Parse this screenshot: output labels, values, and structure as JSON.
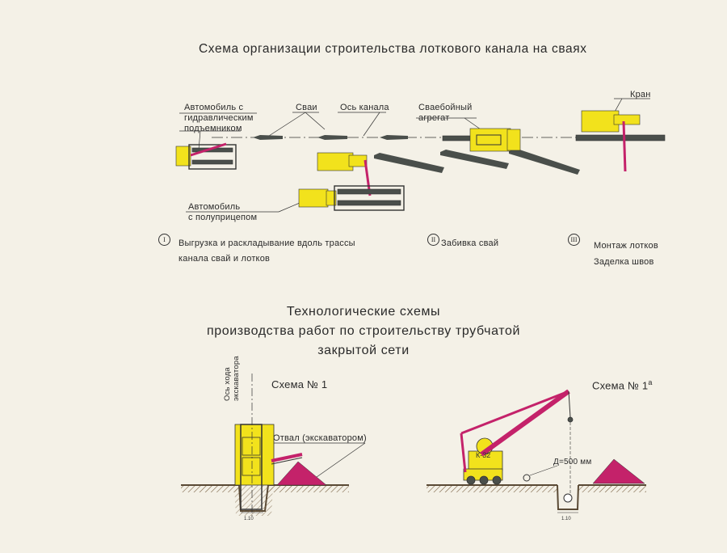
{
  "title_top": "Схема организации строительства лоткового  канала на сваях",
  "labels": {
    "truck_hydraulic": [
      "Автомобиль с",
      "гидравлическим",
      "подъемником"
    ],
    "piles": "Сваи",
    "canal_axis": "Ось канала",
    "pile_driver": [
      "Сваебойный",
      "агрегат"
    ],
    "crane": "Кран",
    "truck_semitrailer": [
      "Автомобиль",
      "с полуприцепом"
    ]
  },
  "steps": [
    {
      "numeral": "I",
      "lines": [
        "Выгрузка и раскладывание вдоль трассы",
        "канала свай и лотков"
      ]
    },
    {
      "numeral": "II",
      "lines": [
        "Забивка свай"
      ]
    },
    {
      "numeral": "III",
      "lines": [
        "Монтаж лотков",
        "Заделка швов"
      ]
    }
  ],
  "title_bottom": [
    "Технологические схемы",
    "производства работ по строительству трубчатой",
    "закрытой сети"
  ],
  "scheme1": {
    "title": "Схема № 1",
    "axis_label": [
      "Ось хода",
      "экскаватора"
    ],
    "spoil_label": "Отвал (экскаватором)",
    "width_label": "1.10"
  },
  "scheme1a": {
    "title": "Схема № 1",
    "title_sup": "а",
    "diameter_label": "Д=500 мм",
    "crane_label": "К-32",
    "width_label": "1.10"
  },
  "colors": {
    "yellow": "#f2e21c",
    "magenta": "#c4226a",
    "pile": "#4a4f4b",
    "ground": "#7a6244"
  }
}
